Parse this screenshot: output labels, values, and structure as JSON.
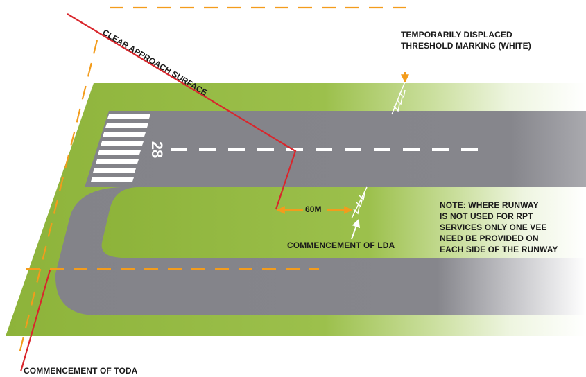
{
  "labels": {
    "clear_approach_surface": "CLEAR APPROACH SURFACE",
    "runway_designator": "28",
    "distance_60m": "60M",
    "temp_threshold_line1": "TEMPORARILY DISPLACED",
    "temp_threshold_line2": "THRESHOLD MARKING (WHITE)",
    "note_line1": "NOTE: WHERE RUNWAY",
    "note_line2": "IS NOT USED FOR RPT",
    "note_line3": "SERVICES ONLY ONE VEE",
    "note_line4": "NEED BE PROVIDED ON",
    "note_line5": "EACH SIDE OF THE RUNWAY",
    "commencement_lda": "COMMENCEMENT OF LDA",
    "commencement_toda": "COMMENCEMENT OF TODA"
  },
  "colors": {
    "grass": "#8db33a",
    "runway": "#838389",
    "approach_line": "#d9262c",
    "dimension": "#f39c1c",
    "marking": "#ffffff",
    "text": "#1a1a1a"
  }
}
